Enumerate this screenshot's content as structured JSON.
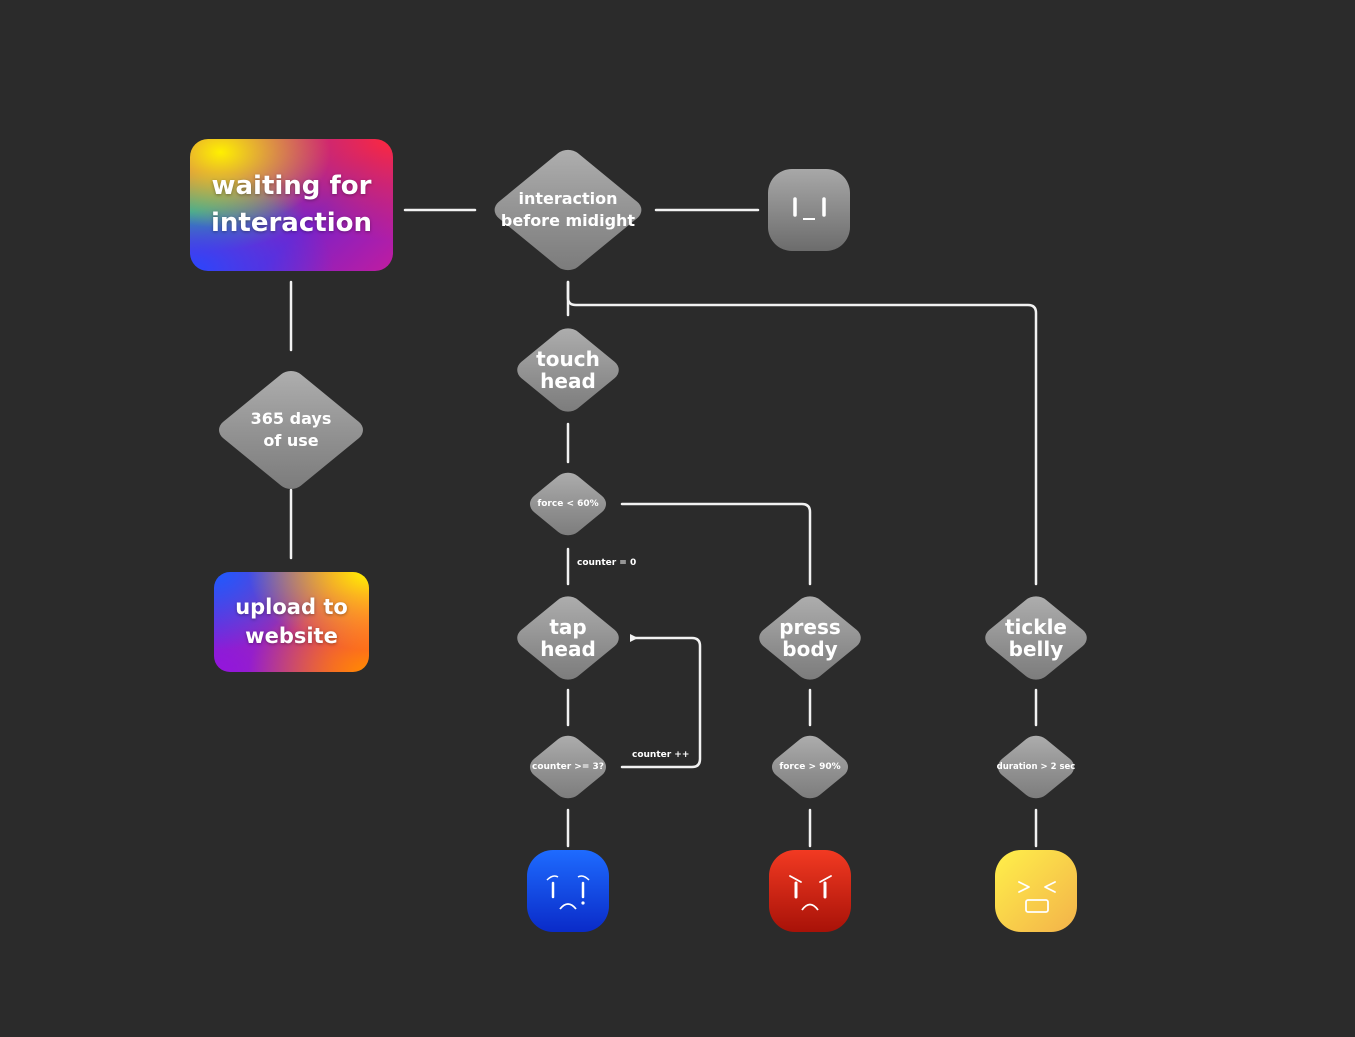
{
  "nodes": {
    "waiting": "waiting for\ninteraction",
    "upload": "upload to\nwebsite",
    "days365": "365 days\nof use",
    "interaction": "interaction\nbefore midight",
    "touch_head": "touch\nhead",
    "force_lt": "force < 60%",
    "tap_head": "tap\nhead",
    "counter_check": "counter >= 3?",
    "press_body": "press\nbody",
    "force_gt": "force > 90%",
    "tickle_belly": "tickle\nbelly",
    "duration": "duration > 2 sec"
  },
  "edge_labels": {
    "counter_reset": "counter = 0",
    "counter_inc": "counter ++"
  },
  "faces": {
    "neutral": {
      "name": "neutral-face-icon",
      "color": "#8a8a8a"
    },
    "sad": {
      "name": "sad-face-icon",
      "color": "#1a52f0"
    },
    "angry": {
      "name": "angry-face-icon",
      "color": "#d42818"
    },
    "happy": {
      "name": "happy-face-icon",
      "color": "#f4d23a"
    }
  }
}
